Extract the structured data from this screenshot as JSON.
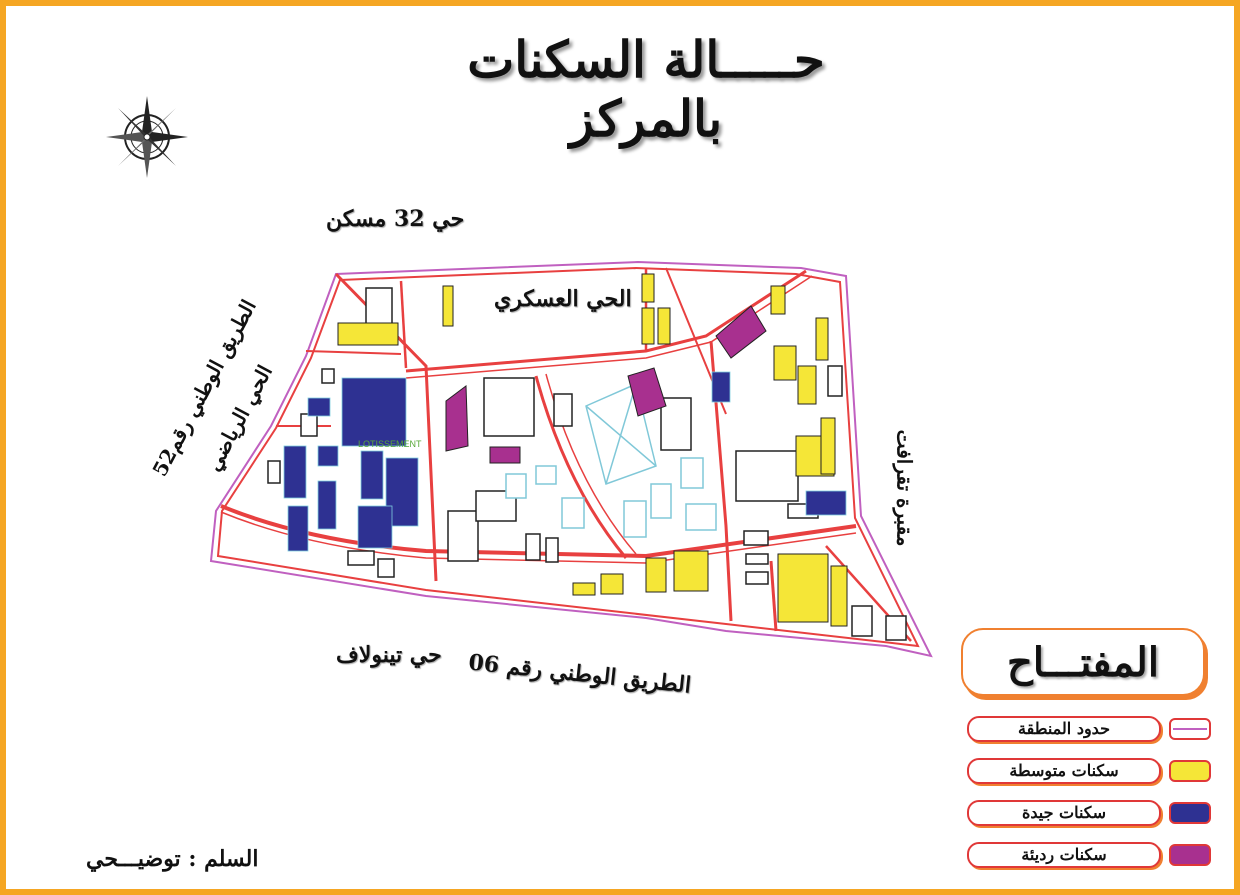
{
  "title": "حـــــالة السكنات بالمركز",
  "labels": {
    "hay32": "حي 32 مسكن",
    "military": "الحي العسكري",
    "nr52": "الطريق الوطني رقم52",
    "sports": "الحي الرياضي",
    "nr06": "الطريق الوطني رقم 06",
    "tinoulaf": "حي تينولاف",
    "east": "مقبرة تقرافت",
    "lotissement": "LOTISSEMENT"
  },
  "legend": {
    "title": "المفتـــاح",
    "items": [
      {
        "label": "حدود المنطقة",
        "color": "#c060c0"
      },
      {
        "label": "سكنات متوسطة",
        "color": "#f5e637"
      },
      {
        "label": "سكنات جيدة",
        "color": "#2e3192"
      },
      {
        "label": "سكنات رديئة",
        "color": "#a8308f"
      }
    ]
  },
  "scale": "السلم : توضيـــحي",
  "colors": {
    "frame": "#f5a623",
    "road": "#e84040",
    "boundary": "#c060c0",
    "medium": "#f5e637",
    "good": "#2e3192",
    "poor": "#a8308f",
    "facility": "#80c8d8"
  },
  "icons": {
    "compass": "compass-rose-icon"
  }
}
